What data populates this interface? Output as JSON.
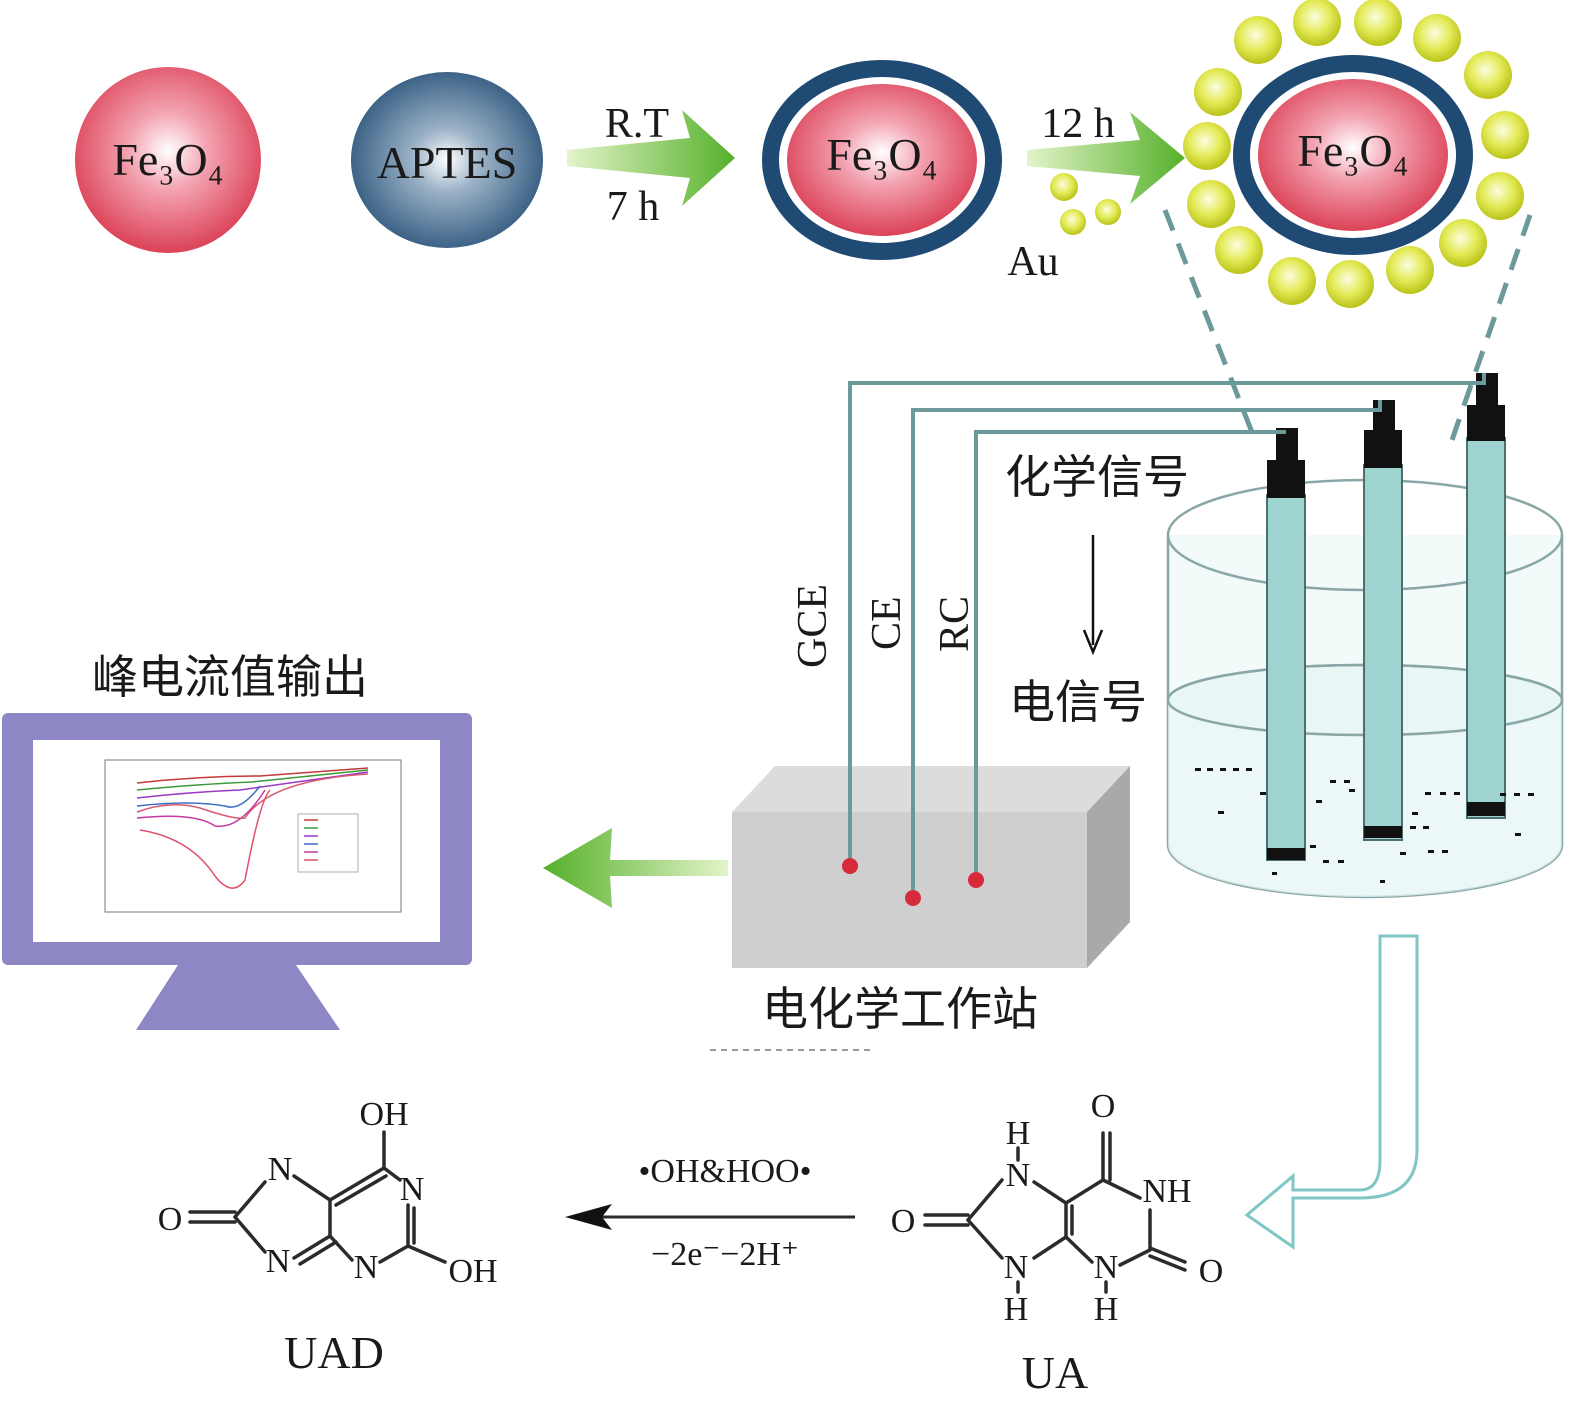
{
  "synthesis": {
    "particle_core_label": "Fe₃O₄",
    "aptes_label": "APTES",
    "arrow1_top": "R.T",
    "arrow1_bottom": "7 h",
    "arrow2_top": "12 h",
    "au_label": "Au"
  },
  "electrodes": {
    "gce_label": "GCE",
    "ce_label": "CE",
    "rc_label": "RC"
  },
  "signal": {
    "chemical_label": "化学信号",
    "electrical_label": "电信号"
  },
  "workstation": {
    "label": "电化学工作站"
  },
  "monitor": {
    "output_label": "峰电流值输出",
    "plot_type": "cyclic voltammograms"
  },
  "reaction": {
    "reagent_label": "•OH&HOO•",
    "condition_label": "−2e⁻−2H⁺",
    "product_label": "UAD",
    "reactant_label": "UA",
    "atoms": {
      "oh": "OH",
      "o": "O",
      "n": "N",
      "nh": "NH",
      "h": "H"
    }
  },
  "colors": {
    "fe3o4_red": "#d8344a",
    "aptes_blue": "#1f4a73",
    "gold_yellow": "#d6df2a",
    "arrow_green": "#6cbd3a",
    "wire_teal": "#6c9a9b",
    "electrode_teal": "#9fd3d0",
    "monitor_purple": "#8d87c6",
    "workstation_gray": "#cfcfcf",
    "outline_arrow": "#7fc6c4"
  }
}
